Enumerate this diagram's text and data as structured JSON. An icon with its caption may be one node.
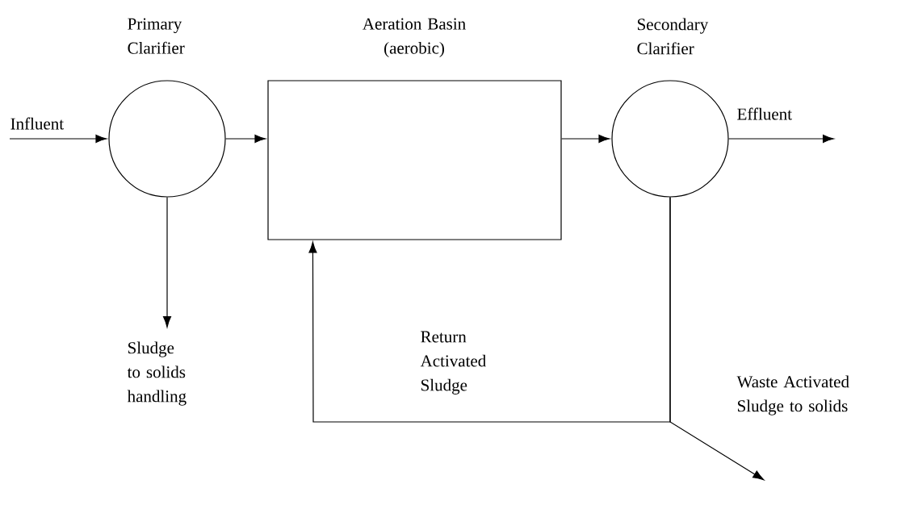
{
  "diagram": {
    "nodes": [
      {
        "text": [
          "Primary Clarifier"
        ]
      },
      {
        "text": [
          "Aeration Basin (aerobic)"
        ]
      },
      {
        "text": [
          "Secondary Clarifier"
        ]
      }
    ],
    "edges": [
      {
        "from": null,
        "to": 0,
        "arrow": "to",
        "label": "Influent"
      },
      {
        "from": 0,
        "to": 1,
        "arrow": "to"
      },
      {
        "from": 1,
        "to": 2,
        "arrow": "to"
      },
      {
        "from": 2,
        "to": null,
        "arrow": "to",
        "label": "Effluent"
      },
      {
        "from": 0,
        "to": null,
        "arrow": "to",
        "label": "Sludge to solids handling"
      },
      {
        "from": 2,
        "to": 1,
        "arrow": "to",
        "label": "Return Activated Sludge"
      },
      {
        "from": 2,
        "to": null,
        "arrow": "to",
        "label": "Waste Activated Sludge to solids"
      }
    ]
  }
}
